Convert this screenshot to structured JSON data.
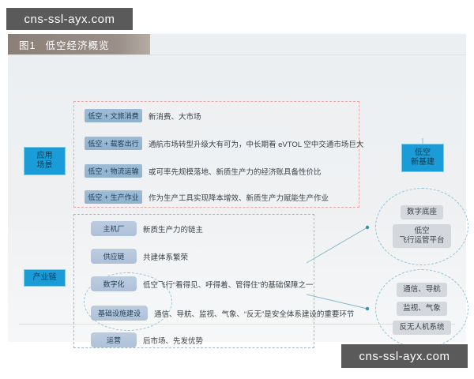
{
  "watermark": {
    "top": "cns-ssl-ayx.com",
    "bottom": "cns-ssl-ayx.com"
  },
  "figure": {
    "number": "图1",
    "title": "低空经济概览"
  },
  "colors": {
    "accent_blue": "#1a9cd8",
    "chip_scene": "#9ebcd6",
    "chip_chain": "#bdcde0",
    "title_bar": "#8b8077",
    "frame_top_border": "#e8a8a8",
    "frame_bottom_border": "#9fb7c9",
    "circle_border": "#8fc4d4",
    "right_box": "#d4d8dd",
    "card_bg": "#eceff1"
  },
  "categories": {
    "scene": "应用\n场景",
    "scene_line1": "应用",
    "scene_line2": "场景",
    "chain": "产业链",
    "new_infra_line1": "低空",
    "new_infra_line2": "新基建"
  },
  "scenarios": [
    {
      "label": "低空 + 文旅消费",
      "desc": "新消费、大市场"
    },
    {
      "label": "低空 + 载客出行",
      "desc": "通航市场转型升级大有可为，中长期看 eVTOL 空中交通市场巨大"
    },
    {
      "label": "低空 + 物流运输",
      "desc": "或可率先规模落地、新质生产力的经济账具备性价比"
    },
    {
      "label": "低空 + 生产作业",
      "desc": "作为生产工具实现降本增效、新质生产力赋能生产作业"
    }
  ],
  "chain": [
    {
      "label": "主机厂",
      "desc": "新质生产力的链主"
    },
    {
      "label": "供应链",
      "desc": "共建体系繁荣"
    },
    {
      "label": "数字化",
      "desc": "低空飞行“看得见、呼得着、管得住”的基础保障之一"
    },
    {
      "label": "基础设施建设",
      "desc": "通信、导航、监视、气象、“反无”是安全体系建设的重要环节"
    },
    {
      "label": "运营",
      "desc": "后市场、先发优势"
    }
  ],
  "infra_groups": [
    {
      "items": [
        "数字底座",
        "低空\n飞行运管平台"
      ]
    },
    {
      "items": [
        "通信、导航",
        "监视、气象",
        "反无人机系统"
      ]
    }
  ],
  "infra_flat": {
    "g1a": "数字底座",
    "g1b_line1": "低空",
    "g1b_line2": "飞行运管平台",
    "g2a": "通信、导航",
    "g2b": "监视、气象",
    "g2c": "反无人机系统"
  }
}
